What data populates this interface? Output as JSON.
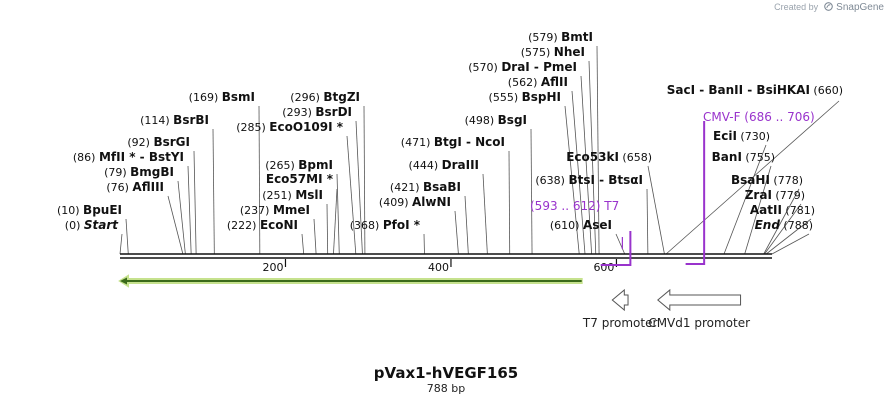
{
  "credit": {
    "prefix": "Created by",
    "brand": "SnapGene"
  },
  "map": {
    "name": "pVax1-hVEGF165",
    "length_label": "788 bp",
    "ticks": [
      {
        "bp": 200,
        "label": "200"
      },
      {
        "bp": 400,
        "label": "400"
      },
      {
        "bp": 600,
        "label": "600"
      }
    ],
    "sites": [
      {
        "name": "Start",
        "pos": "(0)",
        "bp": 0,
        "italic": true
      },
      {
        "name": "BpuEI",
        "pos": "(10)",
        "bp": 10
      },
      {
        "name": "AflIII",
        "pos": "(76)",
        "bp": 76
      },
      {
        "name": "BmgBI",
        "pos": "(79)",
        "bp": 79
      },
      {
        "name": "MfII * - BstYI",
        "pos": "(86)",
        "bp": 86
      },
      {
        "name": "BsrGI",
        "pos": "(92)",
        "bp": 92
      },
      {
        "name": "BsrBI",
        "pos": "(114)",
        "bp": 114
      },
      {
        "name": "BsmI",
        "pos": "(169)",
        "bp": 169
      },
      {
        "name": "EcoNI",
        "pos": "(222)",
        "bp": 222
      },
      {
        "name": "MmeI",
        "pos": "(237)",
        "bp": 237
      },
      {
        "name": "MslI",
        "pos": "(251)",
        "bp": 251
      },
      {
        "name": "Eco57MI *",
        "pos": "",
        "bp": 258
      },
      {
        "name": "BpmI",
        "pos": "(265)",
        "bp": 265
      },
      {
        "name": "EcoO109I *",
        "pos": "(285)",
        "bp": 285
      },
      {
        "name": "BsrDI",
        "pos": "(293)",
        "bp": 293
      },
      {
        "name": "BtgZI",
        "pos": "(296)",
        "bp": 296
      },
      {
        "name": "PfoI *",
        "pos": "(368)",
        "bp": 368
      },
      {
        "name": "AlwNI",
        "pos": "(409)",
        "bp": 409
      },
      {
        "name": "BsaBI",
        "pos": "(421)",
        "bp": 421
      },
      {
        "name": "DraIII",
        "pos": "(444)",
        "bp": 444
      },
      {
        "name": "BtgI - NcoI",
        "pos": "(471)",
        "bp": 471
      },
      {
        "name": "BsgI",
        "pos": "(498)",
        "bp": 498
      },
      {
        "name": "BspHI",
        "pos": "(555)",
        "bp": 555
      },
      {
        "name": "AflII",
        "pos": "(562)",
        "bp": 562
      },
      {
        "name": "DraI - PmeI",
        "pos": "(570)",
        "bp": 570
      },
      {
        "name": "NheI",
        "pos": "(575)",
        "bp": 575
      },
      {
        "name": "BmtI",
        "pos": "(579)",
        "bp": 579
      },
      {
        "name": "AseI",
        "pos": "(610)",
        "bp": 610
      },
      {
        "name": "BtsI - BtsαI",
        "pos": "(638)",
        "bp": 638
      },
      {
        "name": "Eco53kI",
        "pos": "(658)",
        "bp": 658
      },
      {
        "name": "SacI - BanII - BsiHKAI",
        "pos": "(660)",
        "bp": 660
      },
      {
        "name": "EciI",
        "pos": "(730)",
        "bp": 730
      },
      {
        "name": "BanI",
        "pos": "(755)",
        "bp": 755
      },
      {
        "name": "BsaHI",
        "pos": "(778)",
        "bp": 778
      },
      {
        "name": "ZraI",
        "pos": "(779)",
        "bp": 779
      },
      {
        "name": "AatII",
        "pos": "(781)",
        "bp": 781
      },
      {
        "name": "End",
        "pos": "(788)",
        "bp": 788,
        "italic": true
      }
    ],
    "primers": [
      {
        "name": "T7",
        "range": "(593 .. 612)",
        "start": 593,
        "end": 612,
        "color": "#9933cc"
      },
      {
        "name": "CMV-F",
        "range": "(686 .. 706)",
        "start": 686,
        "end": 706,
        "color": "#9933cc"
      }
    ],
    "features": [
      {
        "name": "",
        "start": 0,
        "end": 558,
        "direction": "reverse",
        "color": "#99cc33",
        "stroke": "#3a6a1a"
      },
      {
        "name": "T7 promoter",
        "start": 595,
        "end": 614,
        "direction": "reverse",
        "color": "#ffffff",
        "stroke": "#555555"
      },
      {
        "name": "CMVd1 promoter",
        "start": 650,
        "end": 750,
        "direction": "reverse",
        "color": "#ffffff",
        "stroke": "#555555"
      }
    ]
  }
}
